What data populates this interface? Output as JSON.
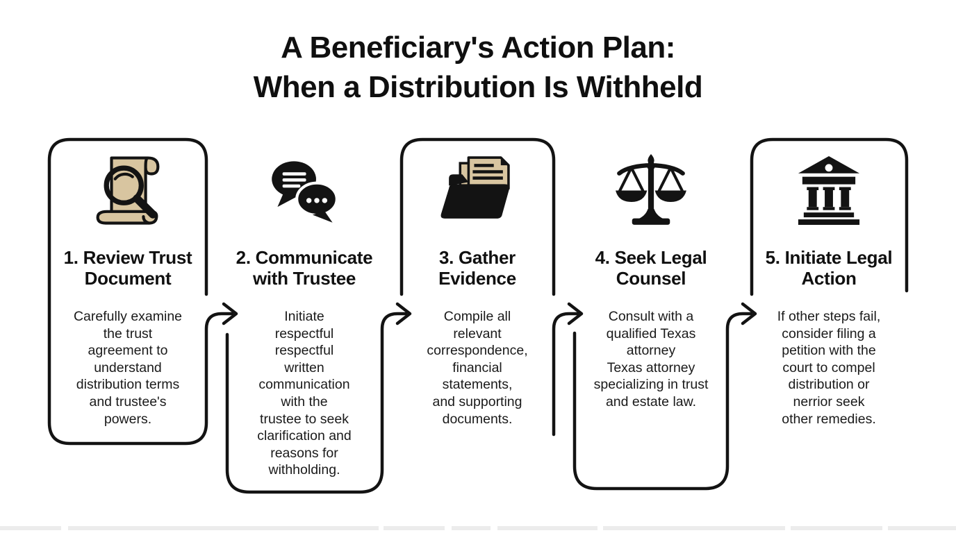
{
  "title": {
    "line1": "A Beneficiary's Action Plan:",
    "line2": "When a Distribution Is Withheld"
  },
  "steps": [
    {
      "id": 1,
      "icon": "scroll-magnifier-icon",
      "heading": "1. Review Trust\nDocument",
      "description": "Carefully examine\nthe trust\nagreement to\nunderstand\ndistribution terms\nand trustee's\npowers."
    },
    {
      "id": 2,
      "icon": "speech-bubbles-icon",
      "heading": "2. Communicate\nwith Trustee",
      "description": "Initiate\nrespectful\nrespectful\nwritten\ncommunication\nwith the\ntrustee to seek\nclarification and\nreasons for\nwithholding."
    },
    {
      "id": 3,
      "icon": "folder-documents-icon",
      "heading": "3. Gather\nEvidence",
      "description": "Compile all\nrelevant\ncorrespondence,\nfinancial\nstatements,\nand supporting\ndocuments."
    },
    {
      "id": 4,
      "icon": "scales-of-justice-icon",
      "heading": "4. Seek Legal\nCounsel",
      "description": "Consult with a\nqualified Texas\nattorney\nTexas attorney\nspecializing in trust\nand estate law."
    },
    {
      "id": 5,
      "icon": "courthouse-icon",
      "heading": "5. Initiate Legal\nAction",
      "description": "If other steps fail,\nconsider filing a\npetition with the\ncourt to compel\ndistribution or\nnerrior seek\nother remedies."
    }
  ],
  "colors": {
    "ink": "#131313",
    "tan_accent": "#d8c5a0",
    "background": "#ffffff",
    "footer_strip": "#ececec"
  }
}
